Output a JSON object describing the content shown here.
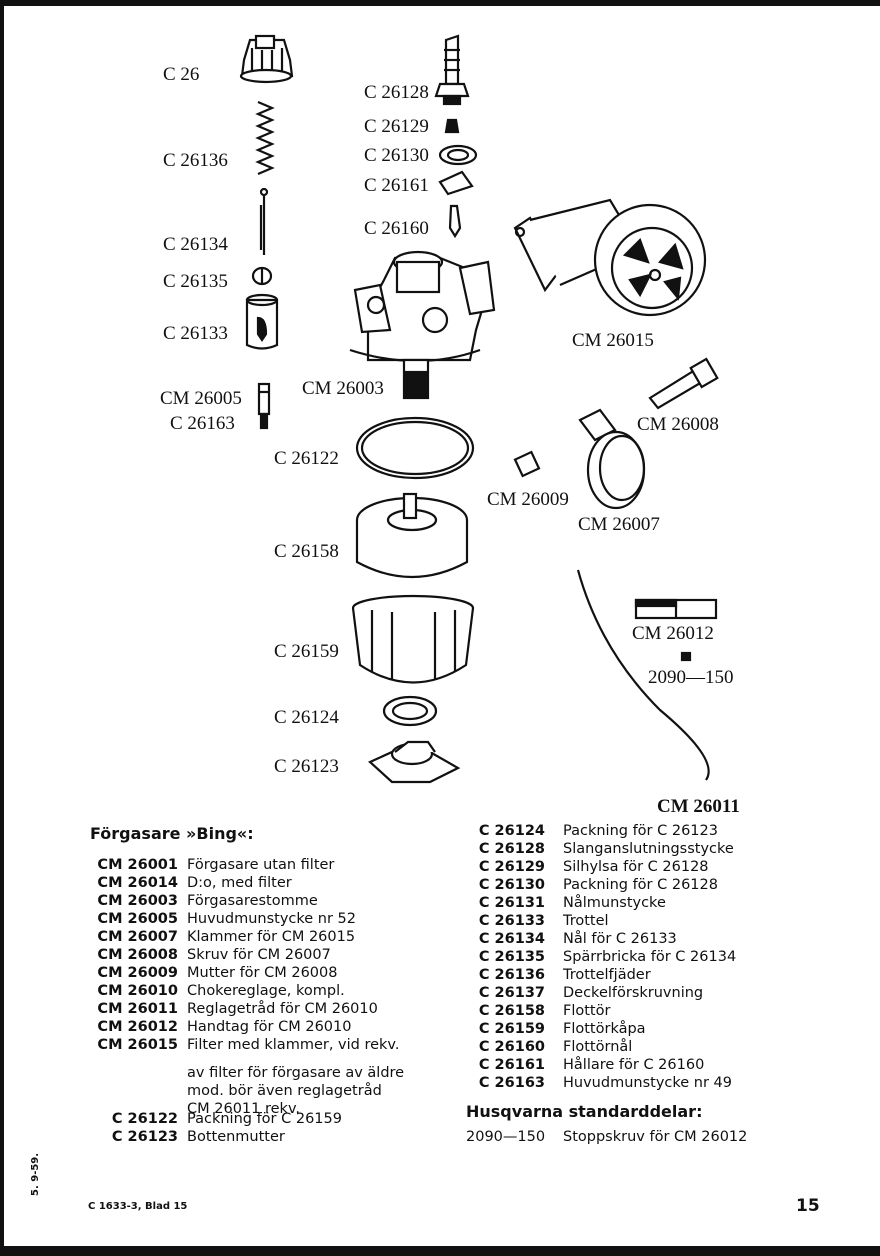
{
  "diagram_labels": {
    "c26": "C 26",
    "c26136": "C 26136",
    "c26134": "C 26134",
    "c26135": "C 26135",
    "c26133": "C 26133",
    "cm26005": "CM 26005",
    "c26163": "C 26163",
    "c26128": "C 26128",
    "c26129": "C 26129",
    "c26130": "C 26130",
    "c26161": "C 26161",
    "c26160": "C 26160",
    "cm26003": "CM 26003",
    "cm26015": "CM 26015",
    "cm26008": "CM 26008",
    "c26122": "C 26122",
    "cm26009": "CM 26009",
    "cm26007": "CM 26007",
    "c26158": "C 26158",
    "c26159": "C 26159",
    "cm26012": "CM 26012",
    "s2090_150": "2090—150",
    "c26124": "C 26124",
    "c26123": "C 26123",
    "cm26011": "CM 26011"
  },
  "parts_list": {
    "heading": "Förgasare »Bing«:",
    "left_rows": [
      {
        "code": "CM 26001",
        "desc": "Förgasare utan filter"
      },
      {
        "code": "CM 26014",
        "desc": "D:o, med filter"
      },
      {
        "code": "CM 26003",
        "desc": "Förgasarestomme"
      },
      {
        "code": "CM 26005",
        "desc": "Huvudmunstycke nr 52"
      },
      {
        "code": "CM 26007",
        "desc": "Klammer för CM 26015"
      },
      {
        "code": "CM 26008",
        "desc": "Skruv för CM 26007"
      },
      {
        "code": "CM 26009",
        "desc": "Mutter för CM 26008"
      },
      {
        "code": "CM 26010",
        "desc": "Chokereglage, kompl."
      },
      {
        "code": "CM 26011",
        "desc": "Reglagetråd för CM 26010"
      },
      {
        "code": "CM 26012",
        "desc": "Handtag för CM 26010"
      },
      {
        "code": "CM 26015",
        "desc": "Filter med klammer, vid rekv."
      }
    ],
    "filter_note": [
      "av filter för förgasare av äldre",
      "mod. bör även reglagetråd",
      "CM 26011 rekv."
    ],
    "left_rows_2": [
      {
        "code": "C 26122",
        "desc": "Packning för C 26159"
      },
      {
        "code": "C 26123",
        "desc": "Bottenmutter"
      }
    ],
    "right_rows": [
      {
        "code": "C 26124",
        "desc": "Packning för C 26123"
      },
      {
        "code": "C 26128",
        "desc": "Slanganslutningsstycke"
      },
      {
        "code": "C 26129",
        "desc": "Silhylsa för C 26128"
      },
      {
        "code": "C 26130",
        "desc": "Packning för C 26128"
      },
      {
        "code": "C 26131",
        "desc": "Nålmunstycke"
      },
      {
        "code": "C 26133",
        "desc": "Trottel"
      },
      {
        "code": "C 26134",
        "desc": "Nål för C 26133"
      },
      {
        "code": "C 26135",
        "desc": "Spärrbricka för C 26134"
      },
      {
        "code": "C 26136",
        "desc": "Trottelfjäder"
      },
      {
        "code": "C 26137",
        "desc": "Deckelförskruvning"
      },
      {
        "code": "C 26158",
        "desc": "Flottör"
      },
      {
        "code": "C 26159",
        "desc": "Flottörkåpa"
      },
      {
        "code": "C 26160",
        "desc": "Flottörnål"
      },
      {
        "code": "C 26161",
        "desc": "Hållare för C 26160"
      },
      {
        "code": "C 26163",
        "desc": "Huvudmunstycke nr 49"
      }
    ],
    "standard_heading": "Husqvarna standarddelar:",
    "standard_rows": [
      {
        "code": "2090—150",
        "desc": "Stoppskruv för CM 26012"
      }
    ]
  },
  "footer": {
    "doc_ref": "C 1633-3, Blad 15",
    "page_number": "15",
    "side_mark": "5. 9-59."
  }
}
